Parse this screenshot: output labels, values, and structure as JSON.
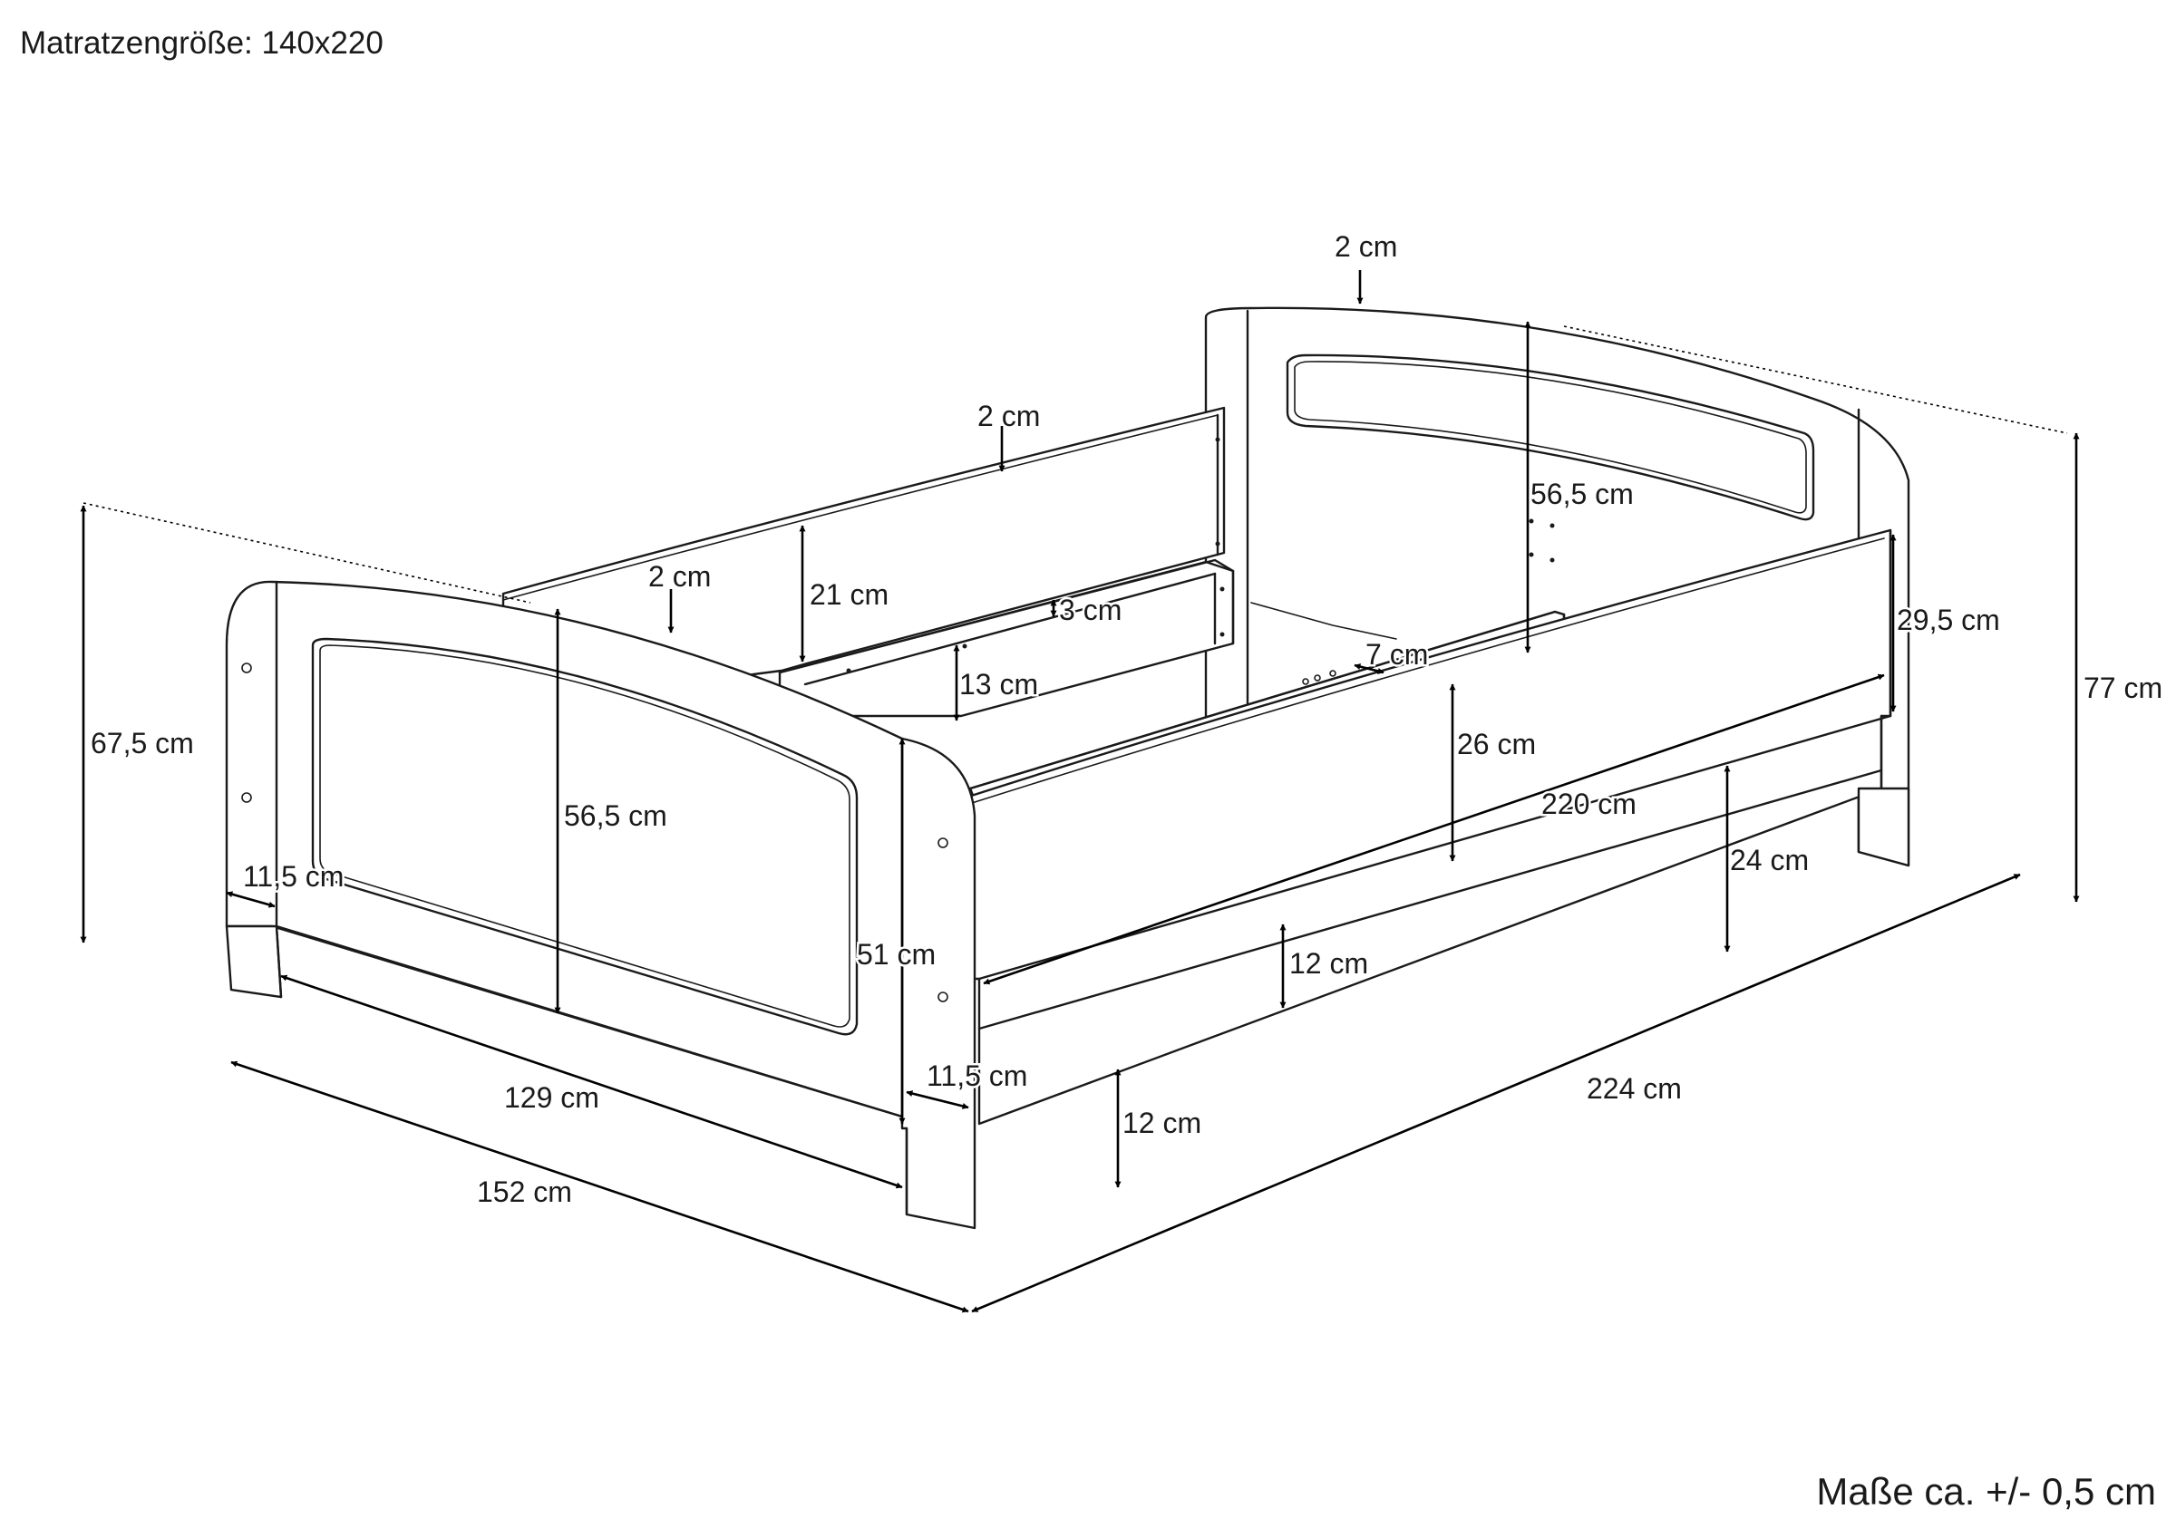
{
  "header": {
    "mattress_size": "Matratzengröße: 140x220"
  },
  "footer": {
    "tolerance": "Maße ca. +/- 0,5 cm"
  },
  "dimensions": {
    "top_thickness_head": "2 cm",
    "top_thickness_side_back": "2 cm",
    "top_thickness_foot": "2 cm",
    "headboard_panel_height": "56,5 cm",
    "footboard_panel_height": "56,5 cm",
    "back_rail_height": "21 cm",
    "slat_gap": "3 cm",
    "inner_rail_height": "13 cm",
    "slat_width": "7 cm",
    "front_rail_height": "29,5 cm",
    "inner_depth": "26 cm",
    "inner_length": "220 cm",
    "underbed_height": "24 cm",
    "lower_rail_height": "12 cm",
    "leg_clearance": "12 cm",
    "total_height_head": "77 cm",
    "total_height_foot": "67,5 cm",
    "post_width_left": "11,5 cm",
    "post_width_right": "11,5 cm",
    "foot_post_height": "51 cm",
    "inner_width": "129 cm",
    "outer_width": "152 cm",
    "outer_length": "224 cm"
  },
  "colors": {
    "line": "#1a1a1a",
    "background": "#ffffff"
  }
}
